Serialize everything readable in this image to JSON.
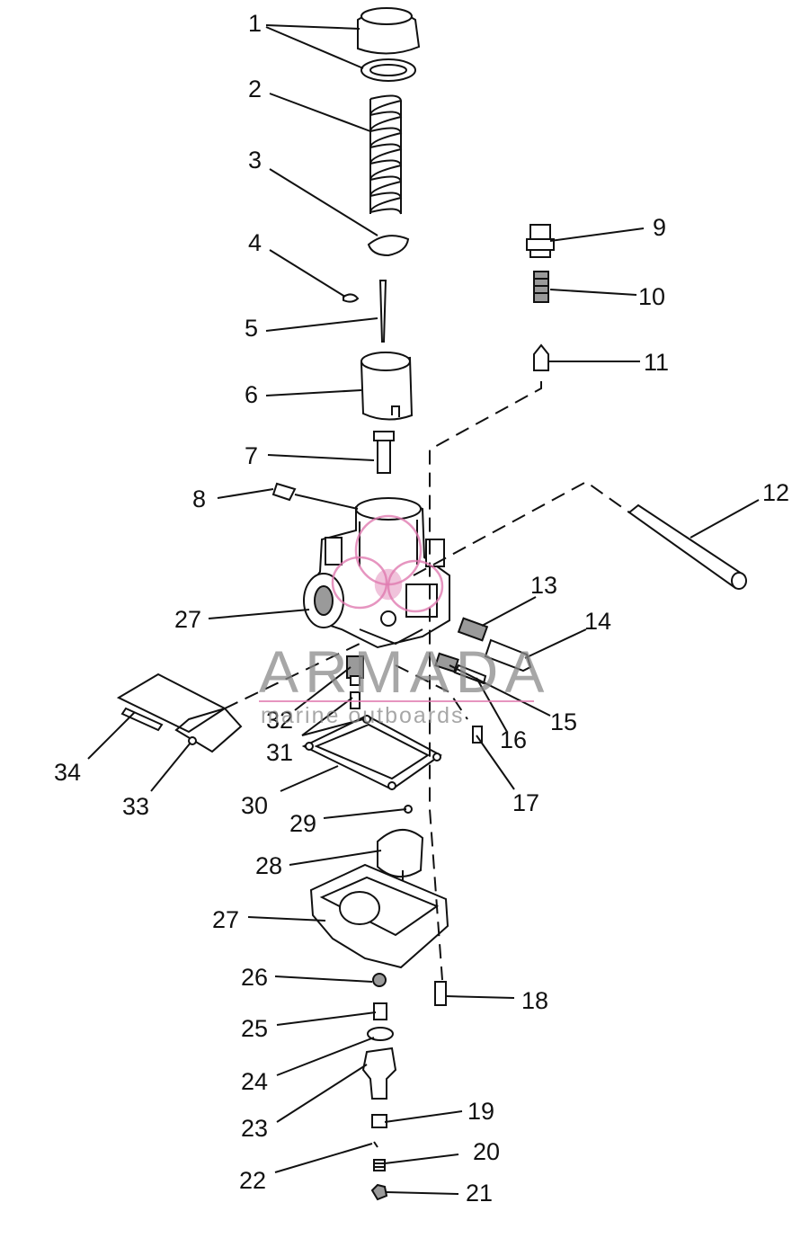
{
  "watermark": {
    "brand": "ARMADA",
    "tagline": "marine outboards",
    "accent_color": "#e07bb0"
  },
  "callouts": {
    "c1": "1",
    "c2": "2",
    "c3": "3",
    "c4": "4",
    "c5": "5",
    "c6": "6",
    "c7": "7",
    "c8": "8",
    "c9": "9",
    "c10": "10",
    "c11": "11",
    "c12": "12",
    "c13": "13",
    "c14": "14",
    "c15": "15",
    "c16": "16",
    "c17": "17",
    "c18": "18",
    "c19": "19",
    "c20": "20",
    "c21": "21",
    "c22": "22",
    "c23": "23",
    "c24": "24",
    "c25": "25",
    "c26": "26",
    "c27a": "27",
    "c27b": "27",
    "c28": "28",
    "c29": "29",
    "c30": "30",
    "c31": "31",
    "c32": "32",
    "c33": "33",
    "c34": "34"
  }
}
